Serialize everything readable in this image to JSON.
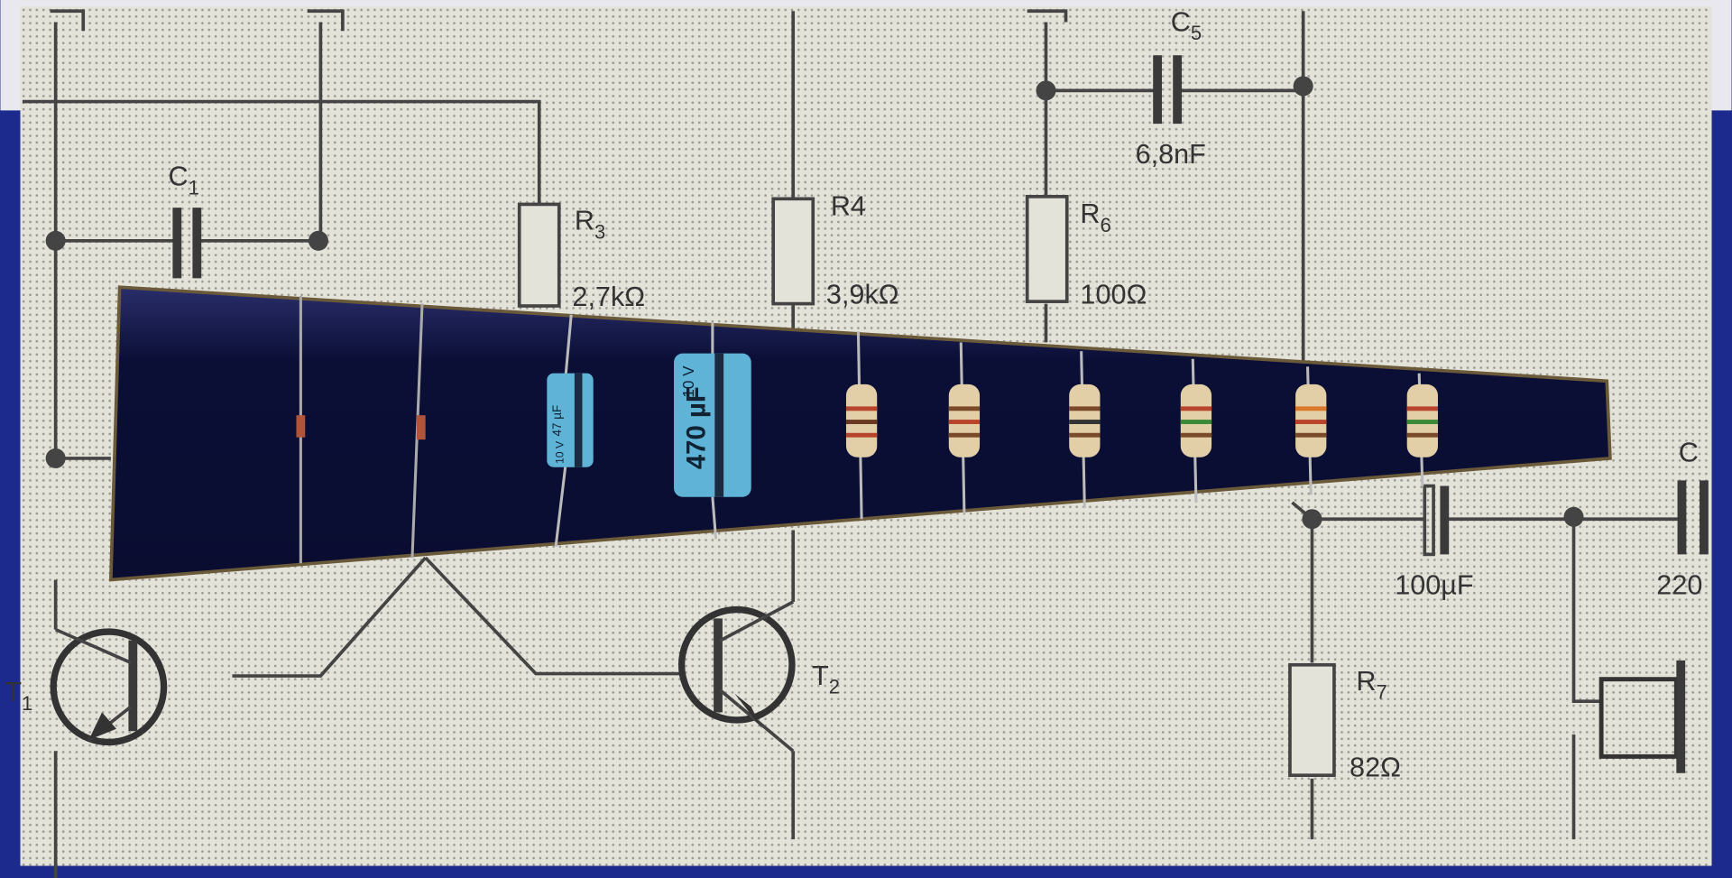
{
  "schematic": {
    "capacitor_c1": {
      "name": "C",
      "sub": "1"
    },
    "resistor_r3": {
      "name": "R",
      "sub": "3",
      "value": "2,7kΩ"
    },
    "resistor_r4": {
      "name": "R4",
      "value": "3,9kΩ"
    },
    "resistor_r6": {
      "name": "R",
      "sub": "6",
      "value": "100Ω"
    },
    "capacitor_c5": {
      "name": "C",
      "sub": "5",
      "value": "6,8nF"
    },
    "transistor_t1": {
      "name": "T",
      "sub": "1"
    },
    "transistor_t2": {
      "name": "T",
      "sub": "2"
    },
    "resistor_r7": {
      "name": "R",
      "sub": "7",
      "value": "82Ω"
    },
    "capacitor_out": {
      "value": "100µF"
    },
    "capacitor_c": {
      "name": "C",
      "value": "220"
    }
  },
  "components": {
    "small_electrolytic": {
      "value": "47 µF",
      "voltage": "10 V"
    },
    "large_electrolytic": {
      "value": "470 µF",
      "voltage": "10 V"
    }
  },
  "colors": {
    "background": "#1b2a8c",
    "card": "#e2e1d8",
    "cutout": "#0b0f36",
    "capacitor": "#5fb3d6",
    "resistor": "#e2cfa8"
  }
}
